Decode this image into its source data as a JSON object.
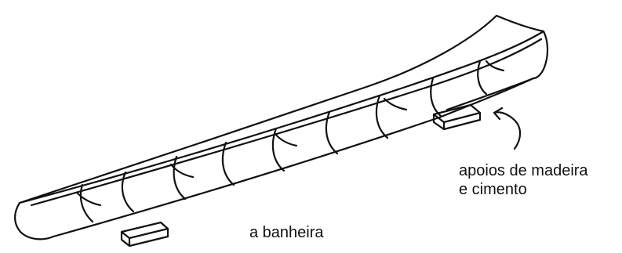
{
  "labels": {
    "supports_line1": "apoios de madeira",
    "supports_line2": "e cimento",
    "trough": "a banheira"
  },
  "colors": {
    "ink": "#111111",
    "background": "#ffffff"
  }
}
